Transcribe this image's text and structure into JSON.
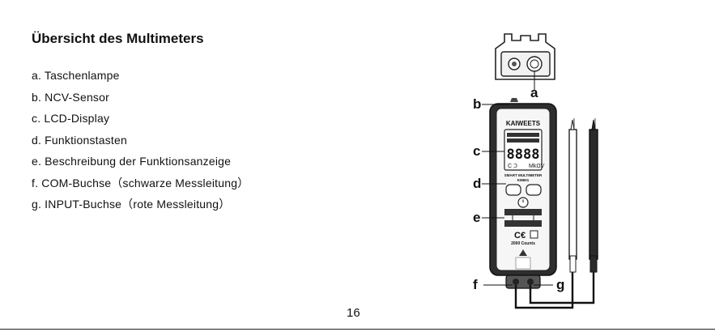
{
  "heading": "Übersicht des Multimeters",
  "items": [
    "a. Taschenlampe",
    "b. NCV-Sensor",
    "c. LCD-Display",
    "d. Funktionstasten",
    "e. Beschreibung der Funktionsanzeige",
    "f. COM-Buchse（schwarze Messleitung）",
    "g. INPUT-Buchse（rote Messleitung）"
  ],
  "page_number": "16",
  "device": {
    "brand": "KAIWEETS",
    "model_text": "SMART MULTIMETER",
    "model_number": "KM601",
    "lcd_digits": "8888",
    "counts_text": "2000 Counts",
    "callouts": [
      "a",
      "b",
      "c",
      "d",
      "e",
      "f",
      "g"
    ]
  }
}
